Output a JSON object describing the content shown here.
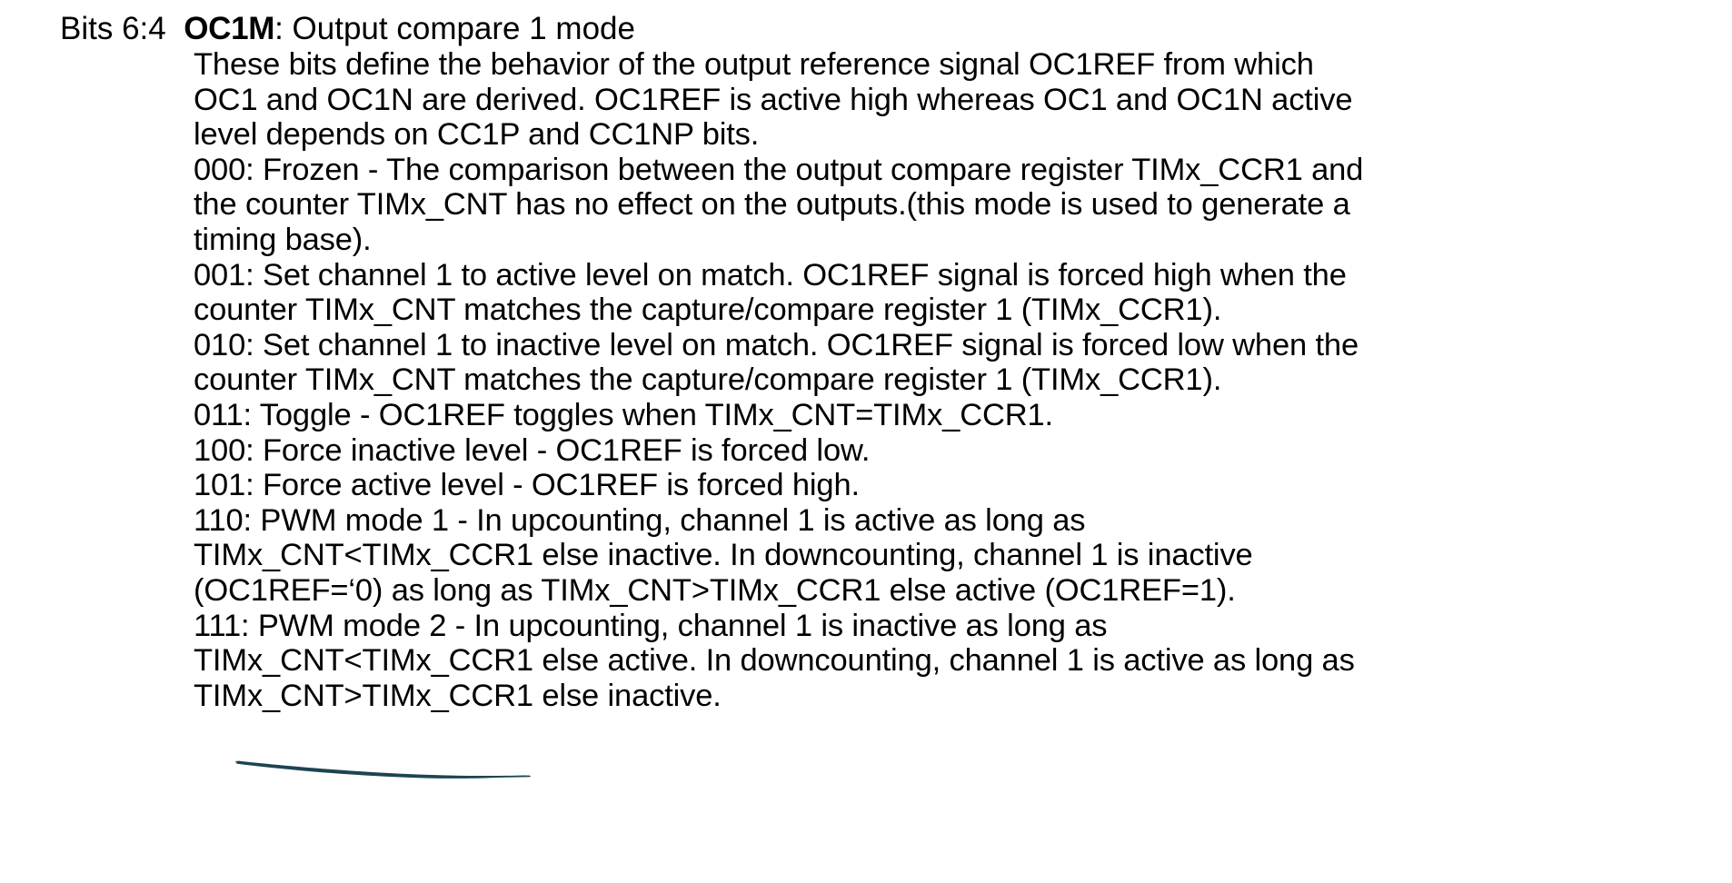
{
  "document": {
    "heading": {
      "bits_label": "Bits 6:4",
      "field_name": "OC1M",
      "field_description": ": Output compare 1 mode"
    },
    "paragraphs": [
      "These bits define the behavior of the output reference signal OC1REF from which OC1 and OC1N are derived. OC1REF is active high whereas OC1 and OC1N active level depends on CC1P and CC1NP bits.",
      "000: Frozen - The comparison between the output compare register TIMx_CCR1 and the counter TIMx_CNT has no effect on the outputs.(this mode is used to generate a timing base).",
      "001: Set channel 1 to active level on match. OC1REF signal is forced high when the counter TIMx_CNT matches the capture/compare register 1 (TIMx_CCR1).",
      "010: Set channel 1 to inactive level on match. OC1REF signal is forced low when the counter TIMx_CNT matches the capture/compare register 1 (TIMx_CCR1).",
      "011: Toggle - OC1REF toggles when TIMx_CNT=TIMx_CCR1.",
      "100: Force inactive level - OC1REF is forced low.",
      "101: Force active level - OC1REF is forced high.",
      "110: PWM mode 1 - In upcounting, channel 1 is active as long as TIMx_CNT<TIMx_CCR1 else inactive. In downcounting, channel 1 is inactive (OC1REF=‘0) as long as TIMx_CNT>TIMx_CCR1 else active (OC1REF=1)."
    ],
    "annotated_paragraph": {
      "marked_text": "111: PWM mode 2",
      "rest_text": " - In upcounting, channel 1 is inactive as long as TIMx_CNT<TIMx_CCR1 else active. In downcounting, channel 1 is active as long as TIMx_CNT>TIMx_CCR1 else inactive."
    },
    "annotation": {
      "type": "pen-underline",
      "color": "#1d4452",
      "target": "111: PWM mode 2"
    }
  }
}
